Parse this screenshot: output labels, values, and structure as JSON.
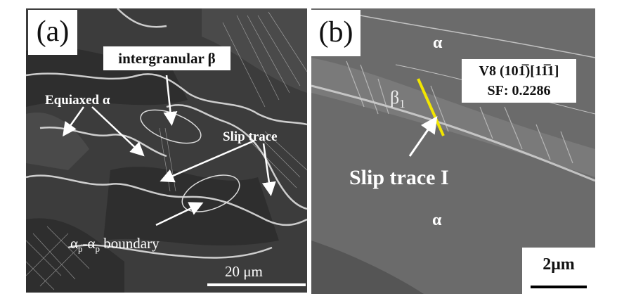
{
  "panel_a": {
    "label": "(a)",
    "intergranular": "intergranular β",
    "equiaxed": "Equiaxed α",
    "slip_trace": "Slip trace",
    "boundary_alpha": "α",
    "boundary_sub": "p",
    "boundary_dash": "-α",
    "boundary_sub2": "p",
    "boundary_word": " boundary",
    "scale_bar": "20 μm"
  },
  "panel_b": {
    "label": "(b)",
    "alpha_top": "α",
    "beta": "β",
    "beta_sub": "1",
    "variant_line1": "V8 (101̅)[11̅1]",
    "variant_line2": "SF: 0.2286",
    "slip_trace": "Slip trace I",
    "alpha_bottom": "α",
    "scale_bar": "2μm",
    "trace_color": "#f2e600"
  }
}
